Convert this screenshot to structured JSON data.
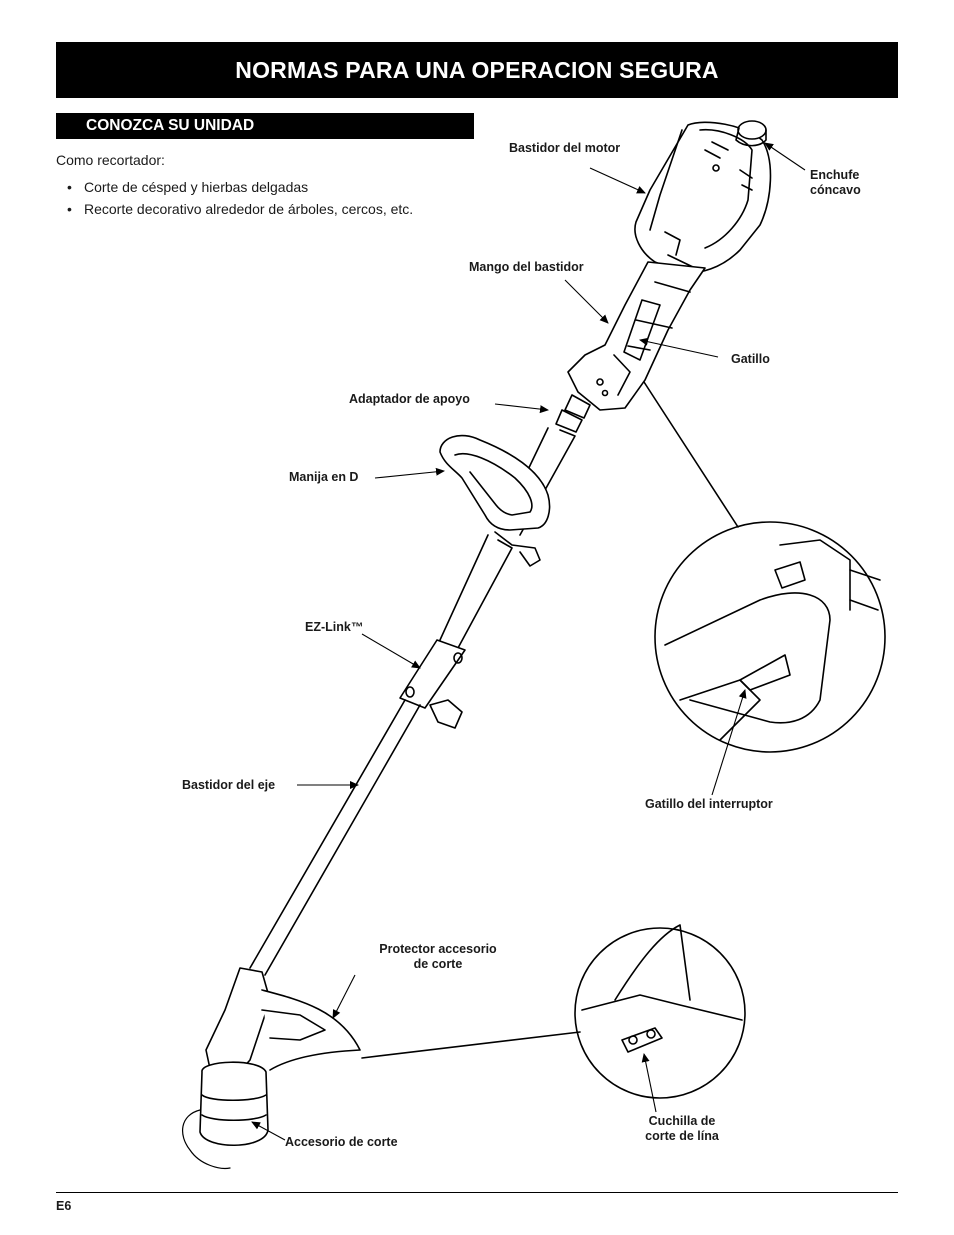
{
  "header": {
    "title": "NORMAS PARA UNA OPERACION SEGURA"
  },
  "section": {
    "title": "CONOZCA SU UNIDAD",
    "intro": "Como recortador:",
    "bullets": [
      "Corte de césped y hierbas delgadas",
      "Recorte decorativo alrededor de árboles, cercos, etc."
    ]
  },
  "labels": {
    "motor_housing": "Bastidor del motor",
    "female_plug_1": "Enchufe",
    "female_plug_2": "cóncavo",
    "housing_handle": "Mango del bastidor",
    "trigger": "Gatillo",
    "support_adapter": "Adaptador de apoyo",
    "d_handle": "Manija en D",
    "ez_link": "EZ-Link™",
    "shaft_housing": "Bastidor del eje",
    "switch_trigger": "Gatillo del interruptor",
    "guard_1": "Protector accesorio",
    "guard_2": "de corte",
    "cutting_attachment": "Accesorio de corte",
    "blade_1": "Cuchilla de",
    "blade_2": "corte de lína"
  },
  "footer": {
    "page": "E6"
  }
}
